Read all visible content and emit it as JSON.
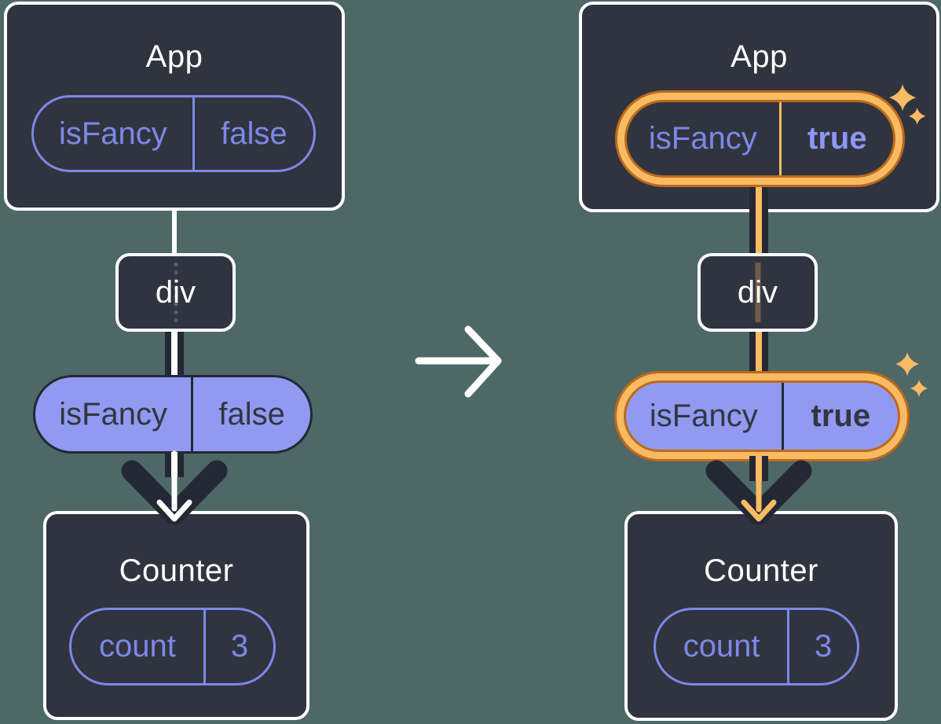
{
  "palette": {
    "background": "#4e6867",
    "box-fill": "#30343f",
    "box-border": "#ffffff",
    "purple": "#7d88e8",
    "purple-bright": "#8d97f6",
    "purple-fill": "#919af0",
    "dark-line": "#232834",
    "dark-text": "#313641",
    "orange": "#f8bb64",
    "orange-dark": "#bd6a1b",
    "white": "#ffffff"
  },
  "icons": {
    "transition": "right-arrow",
    "flow": "down-arrow",
    "highlight": "sparkles"
  },
  "left": {
    "app": {
      "title": "App",
      "state": {
        "name": "isFancy",
        "value": "false"
      }
    },
    "container": {
      "label": "div"
    },
    "prop": {
      "name": "isFancy",
      "value": "false"
    },
    "counter": {
      "title": "Counter",
      "state": {
        "name": "count",
        "value": "3"
      }
    }
  },
  "right": {
    "app": {
      "title": "App",
      "state": {
        "name": "isFancy",
        "value": "true"
      }
    },
    "container": {
      "label": "div"
    },
    "prop": {
      "name": "isFancy",
      "value": "true"
    },
    "counter": {
      "title": "Counter",
      "state": {
        "name": "count",
        "value": "3"
      }
    }
  }
}
